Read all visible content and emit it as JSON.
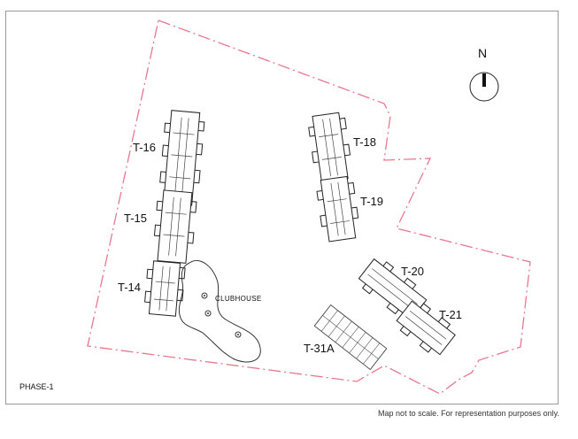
{
  "north_label": "N",
  "towers": {
    "t16": "T-16",
    "t15": "T-15",
    "t14": "T-14",
    "t18": "T-18",
    "t19": "T-19",
    "t20": "T-20",
    "t21": "T-21",
    "t31a": "T-31A"
  },
  "clubhouse_label": "CLUBHOUSE",
  "phase_label": "PHASE-1",
  "disclaimer": "Map not to scale. For representation purposes only.",
  "colors": {
    "boundary": "#e8788c",
    "building": "#222222",
    "frame": "#9a9a9a"
  }
}
